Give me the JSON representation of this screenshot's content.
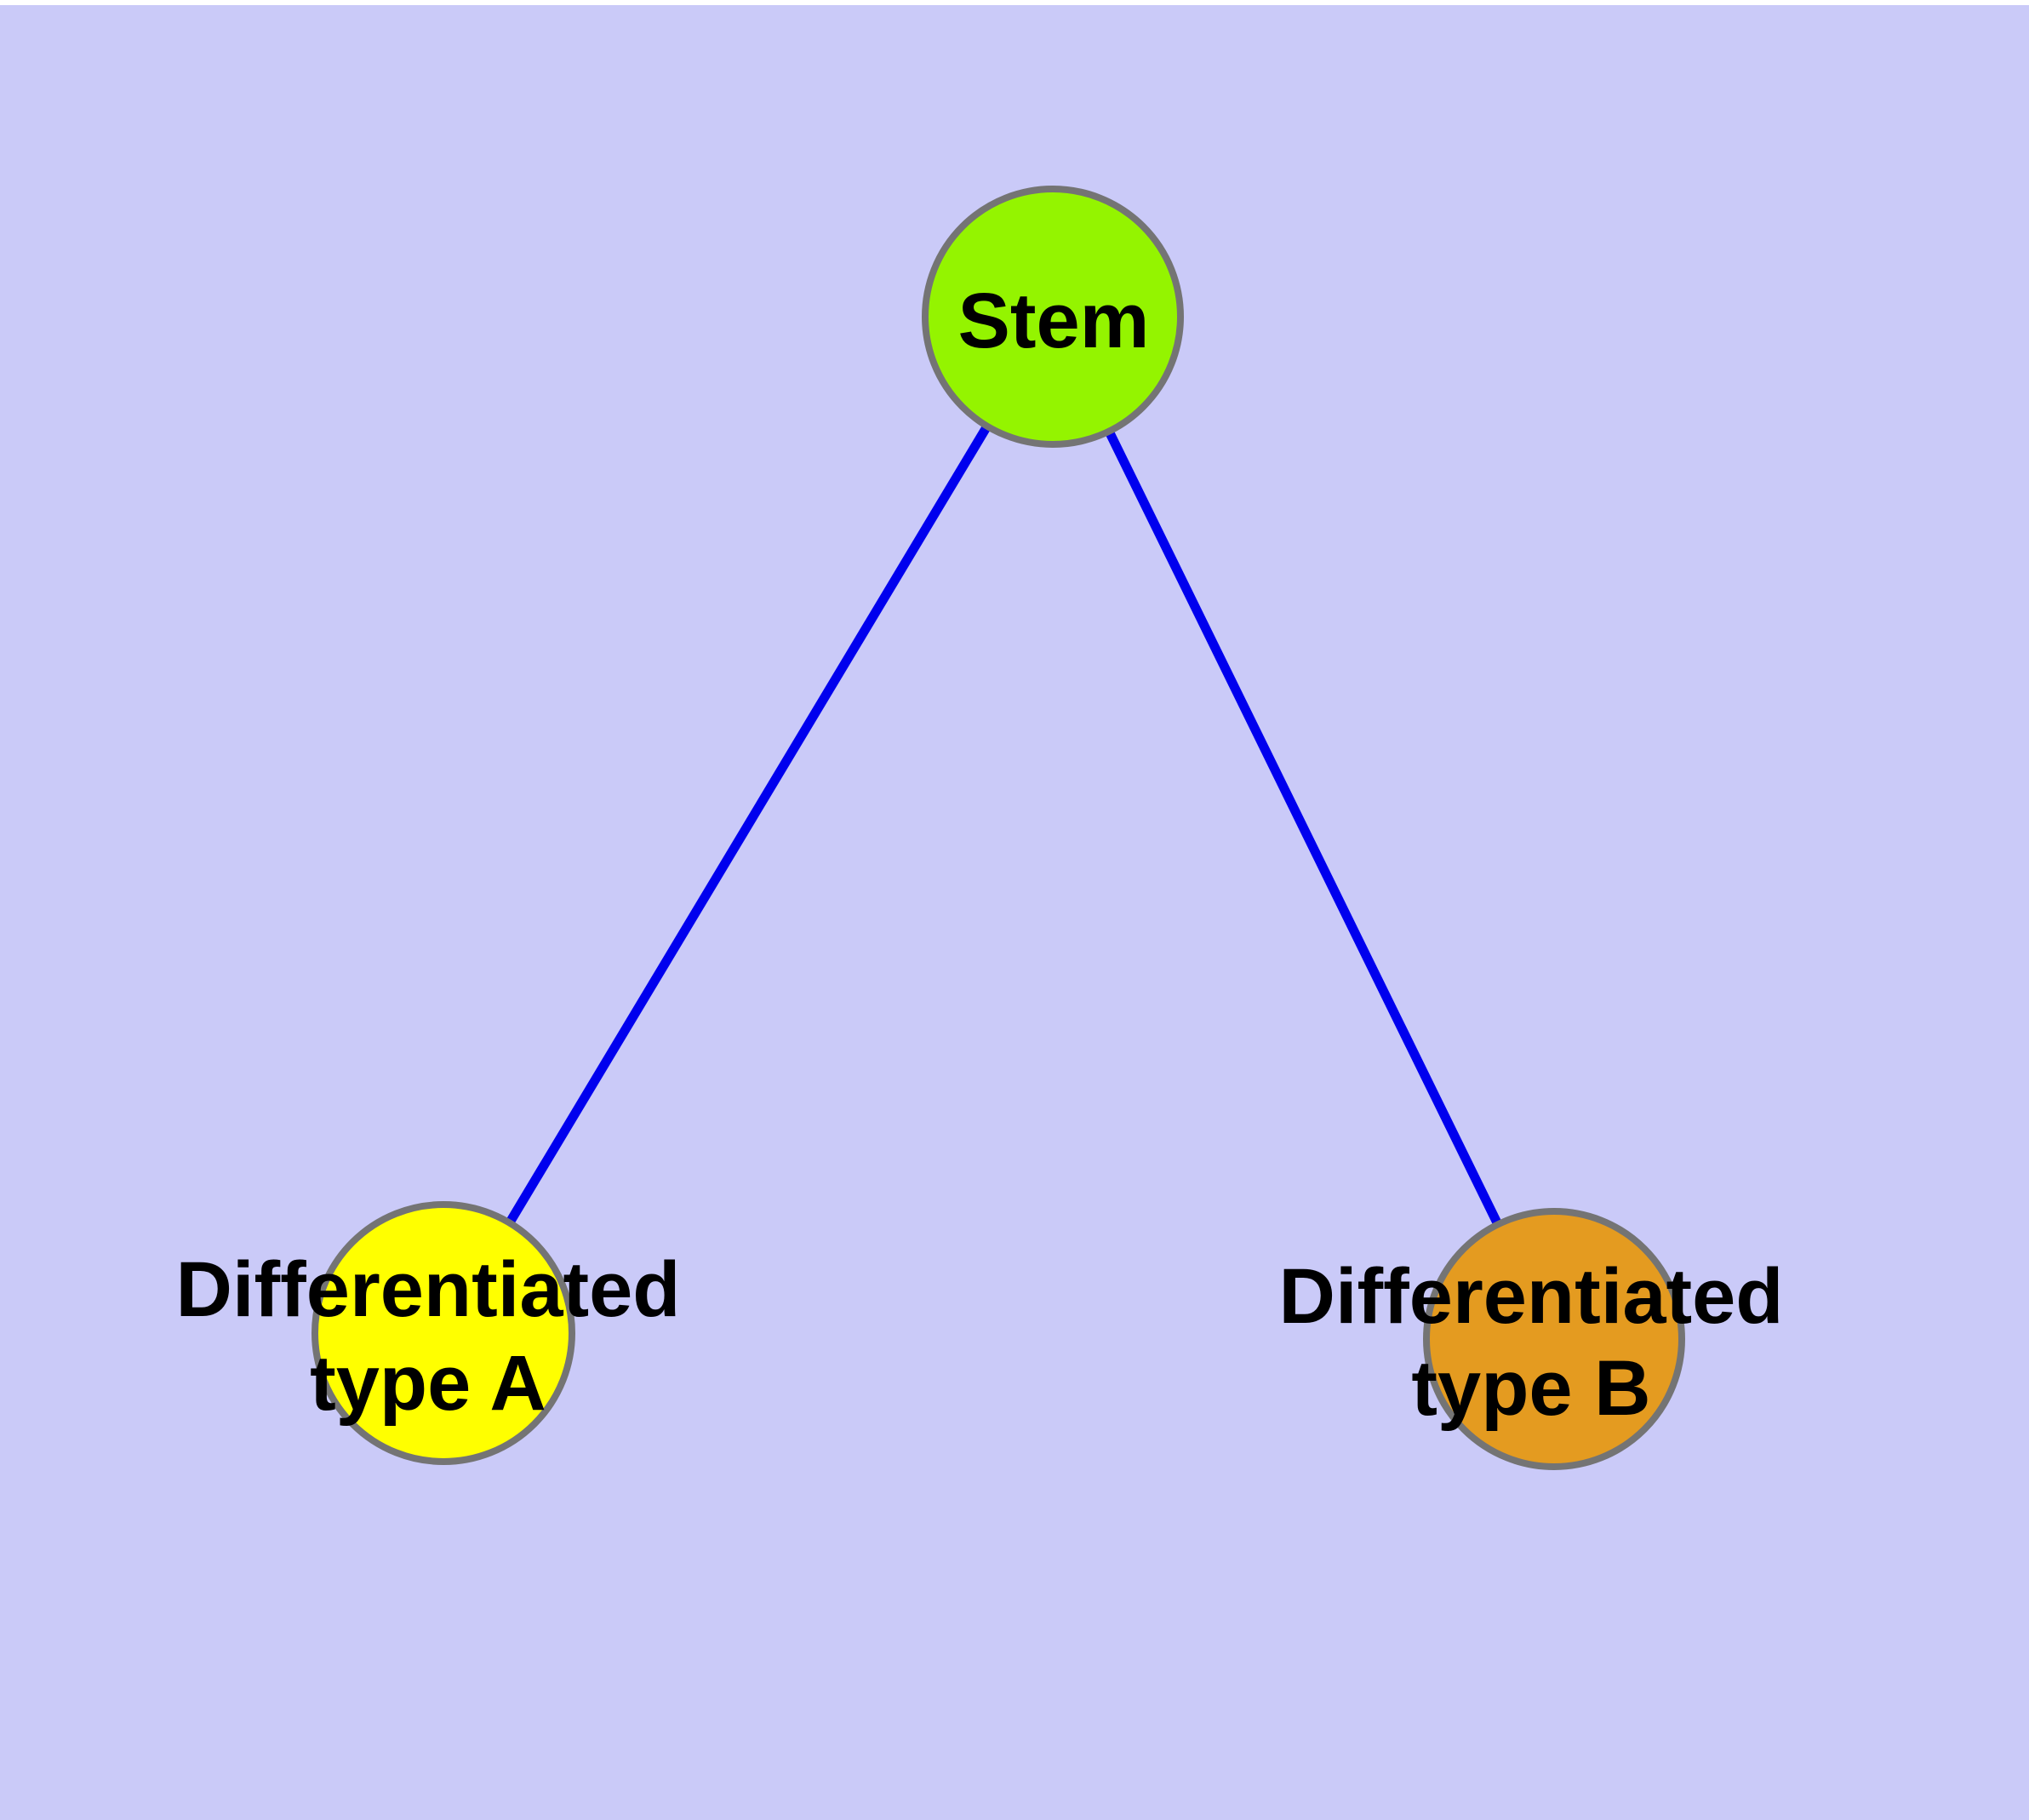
{
  "page": {
    "background_color": "#cacaf8",
    "top_strip_color": "#ffffff"
  },
  "diagram": {
    "type": "graph",
    "description_nodes_count": 3,
    "edge_color": "#0000ee",
    "node_border_color": "#747474",
    "label_color": "#000000",
    "nodes": [
      {
        "id": "stem",
        "color": "#94f400",
        "label_lines": [
          "Stem"
        ]
      },
      {
        "id": "type-a",
        "color": "#ffff00",
        "label_lines": [
          "Differentiated",
          "type A"
        ]
      },
      {
        "id": "type-b",
        "color": "#e49b20",
        "label_lines": [
          "Differentiated",
          "type B"
        ]
      }
    ],
    "edges": [
      {
        "from": "stem",
        "to": "type-a"
      },
      {
        "from": "stem",
        "to": "type-b"
      }
    ]
  }
}
